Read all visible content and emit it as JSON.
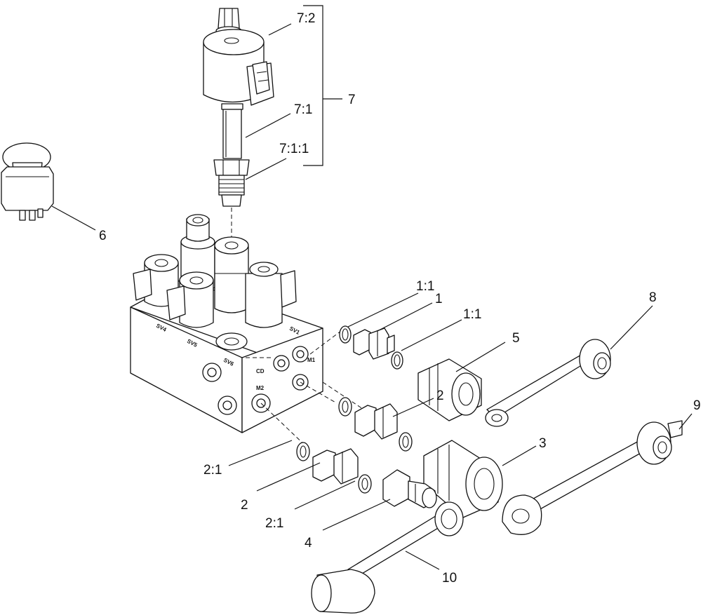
{
  "callouts": {
    "c7_2": "7:2",
    "c7": "7",
    "c7_1": "7:1",
    "c7_1_1": "7:1:1",
    "c6": "6",
    "c1_1_top": "1:1",
    "c1": "1",
    "c1_1_right": "1:1",
    "c5": "5",
    "c8": "8",
    "c2_right": "2",
    "c9": "9",
    "c3": "3",
    "c2_1_left": "2:1",
    "c2_left": "2",
    "c2_1_bottom": "2:1",
    "c4": "4",
    "c10": "10"
  },
  "port_labels": {
    "sv4": "SV4",
    "sv5": "SV5",
    "sv1": "SV1",
    "sv6": "SV6",
    "cd": "CD",
    "m1": "M1",
    "m2": "M2"
  }
}
